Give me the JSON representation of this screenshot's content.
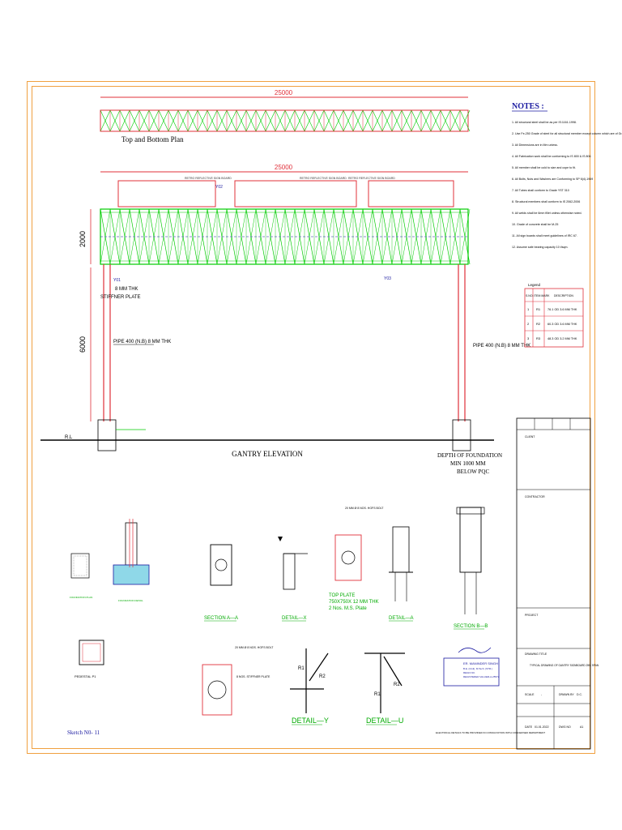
{
  "drawing": {
    "dimension_top": "25000",
    "dimension_mid": "25000",
    "dim_2000": "2000",
    "dim_6000": "6000",
    "plan_title": "Top and Bottom Plan",
    "elevation_title": "GANTRY ELEVATION",
    "thk_plate": "8 MM THK",
    "stiffner_plate": "STIFFNER PLATE",
    "pipe_left": "PIPE 400 (N.B) 8 MM THK",
    "pipe_right": "PIPE 400 (N.B) 8 MM THK",
    "depth_of_foundation": "DEPTH OF FOUNDATION",
    "min_depth": "MIN 1000 MM",
    "below_pqc": "BELOW PQC",
    "rl": "R.L",
    "label_y01": "Y01",
    "label_y02": "Y02",
    "label_y03": "Y03",
    "retro_board": "RETRO REFLECTIVE SIGN BOARD"
  },
  "notes": {
    "title": "NOTES :",
    "items": [
      "1. All structural steel shall be as per IS:1161-1998.",
      "2. Use Fe-250 Grade of steel for all structural member except column which are of Grade Fe-310.",
      "3. All Dimensions are in Mm unless.",
      "4. All Fabrication work shall be conforming to IS 800 & IS 806",
      "5. All member shall be cold to size and cope to fit.",
      "6. All Bolts, Nuts and Washers are Conforming to SP 6(4)-1969",
      "7. All Tubes shall conform to Grade YST 310",
      "8. Structural members shall conform to IS 2062-2006",
      "9. All welds shall be 6mm fillet unless otherwise noted.",
      "10. Grade of concrete shall be M-25",
      "11. All sign boards shall meet guidelines of IRC 67.",
      "12. Assume safe bearing capacity 10 t/sqm."
    ]
  },
  "legend": {
    "title": "Legend",
    "headers": [
      "S.NO.",
      "ITEM MARK",
      "DESCRIPTION"
    ],
    "rows": [
      [
        "1",
        "R1",
        "76.1 OD 3.6 MM THK"
      ],
      [
        "2",
        "R2",
        "60.3 OD 3.6 MM THK"
      ],
      [
        "3",
        "R3",
        "48.3 OD 3.2 MM THK"
      ]
    ]
  },
  "title_block": {
    "client": "CLIENT",
    "contractor": "CONTRACTOR",
    "project": "PROJECT",
    "drawing_title_label": "DRAWING TITLE",
    "drawing_title": "TYPICAL DRAWING OF GANTRY SIGNBOARD 25M SPAN",
    "scale_label": "SCALE",
    "scale_value": "-",
    "drawn_label": "DRAWN BY",
    "drawn_value": "D.C.",
    "date_label": "DATE",
    "date_value": "01.01.2022",
    "dwg_no_label": "DWG NO",
    "dwg_no_value": "A1"
  },
  "details": {
    "sketch_no": "Sketch N0- 11",
    "section_aa": "SECTION A—A",
    "detail_x": "DETAIL—X",
    "top_plate_1": "TOP PLATE",
    "top_plate_2": "750X750X 12 MM THK",
    "top_plate_3": "2 Nos. M.S. Plate",
    "detail_a": "DETAIL—A",
    "section_bb": "SECTION B—B",
    "detail_y": "DETAIL—Y",
    "detail_u": "DETAIL—U",
    "foundation_plan": "FOUNDATION PLAN",
    "pedestal": "PEDESTAL P1",
    "r1": "R1",
    "r2": "R2",
    "bolts_note": "20 MM Ø 8 NOS. HGFS BOLT",
    "stiffner_note": "8 NOS. STIFFNER PLATE",
    "foundation_note": "FOUNDATION DETAIL",
    "foot_note": "ELECTRICAL DETAILS TO BE PROVIDED IN CONSULTATION WITH CONCERNED DEPARTMENT"
  },
  "stamp": {
    "name": "ER. MANINDER SINGH",
    "degree": "B.E. (Civil), M.Tech. (STR.)",
    "id": "REGD NO.",
    "registered": "REGISTERED VALUER-A-25572"
  },
  "colors": {
    "border": "#f0a040",
    "truss": "#00cc00",
    "red": "#e0303a",
    "navy": "#1a1aa0",
    "cyan": "#30c0d0"
  }
}
